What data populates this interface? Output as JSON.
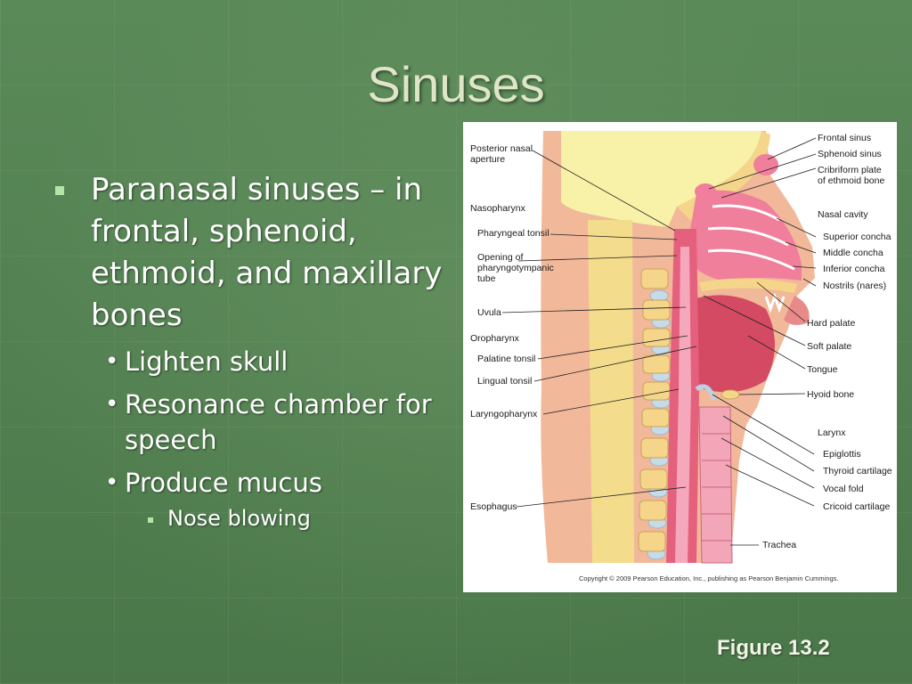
{
  "slide": {
    "title": "Sinuses",
    "figure_ref": "Figure 13.2"
  },
  "bullets": {
    "main": "Paranasal sinuses – in frontal, sphenoid, ethmoid, and maxillary bones",
    "sub": [
      "Lighten skull",
      "Resonance chamber for speech",
      "Produce mucus"
    ],
    "subsub": "Nose blowing"
  },
  "figure": {
    "left_labels": [
      "Posterior nasal\naperture",
      "Nasopharynx",
      "Pharyngeal tonsil",
      "Opening of\npharyngotympanic\ntube",
      "Uvula",
      "Oropharynx",
      "Palatine tonsil",
      "Lingual tonsil",
      "Laryngopharynx",
      "Esophagus"
    ],
    "right_labels": [
      "Frontal sinus",
      "Sphenoid sinus",
      "Cribriform plate\nof ethmoid bone",
      "Nasal cavity",
      "Superior concha",
      "Middle concha",
      "Inferior concha",
      "Nostrils (nares)",
      "Hard palate",
      "Soft palate",
      "Tongue",
      "Hyoid bone",
      "Larynx",
      "Epiglottis",
      "Thyroid cartilage",
      "Vocal fold",
      "Cricoid cartilage",
      "Trachea"
    ],
    "copyright": "Copyright © 2009 Pearson Education, Inc., publishing as Pearson Benjamin Cummings."
  }
}
